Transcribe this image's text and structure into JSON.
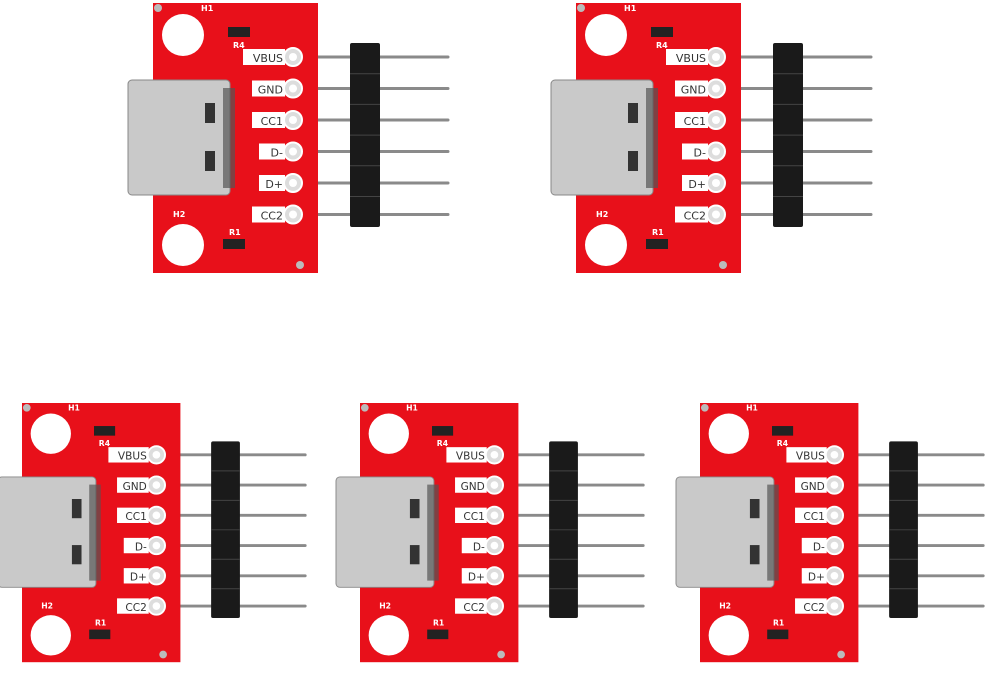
{
  "product": {
    "board_count": 5,
    "pin_labels": [
      "VBUS",
      "GND",
      "CC1",
      "D-",
      "D+",
      "CC2"
    ],
    "silkscreen": {
      "hole_top": "H1",
      "hole_bottom": "H2",
      "resistor_top": "R4",
      "resistor_bottom": "R1"
    },
    "colors": {
      "pcb": "#e8101a",
      "connector": "#c9c9c9",
      "header": "#1a1a1a",
      "pin": "#8a8a8a",
      "label_bg": "#ffffff"
    }
  }
}
